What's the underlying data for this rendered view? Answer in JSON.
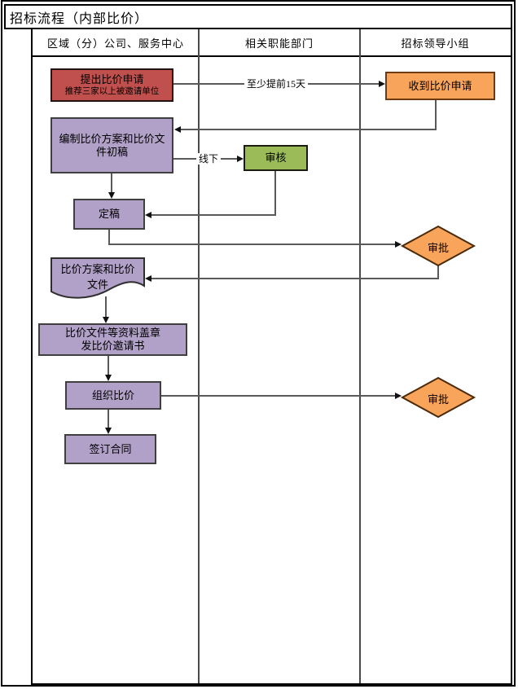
{
  "title": "招标流程（内部比价）",
  "lanes": [
    {
      "label": "区域（分）公司、服务中心"
    },
    {
      "label": "相关职能部门"
    },
    {
      "label": "招标领导小组"
    }
  ],
  "nodes": {
    "submit_request": {
      "type": "process",
      "title": "提出比价申请",
      "subtitle": "推荐三家以上被邀请单位",
      "fill": "#C0504D"
    },
    "receive_request": {
      "type": "process",
      "label": "收到比价申请",
      "fill": "#F9A45B"
    },
    "draft_plan": {
      "type": "process",
      "label": "编制比价方案和比价文件初稿",
      "fill": "#B1A0C7"
    },
    "offline_review": {
      "type": "process",
      "label": "审核",
      "fill": "#9BBB59"
    },
    "finalize_draft": {
      "type": "process",
      "label": "定稿",
      "fill": "#B1A0C7"
    },
    "approval_1": {
      "type": "decision",
      "label": "审批",
      "fill": "#F9A45B"
    },
    "plan_document": {
      "type": "document",
      "label": "比价方案和比价文件",
      "fill": "#B1A0C7"
    },
    "stamp_documents": {
      "type": "process",
      "line1": "比价文件等资料盖章",
      "line2": "发比价邀请书",
      "fill": "#B1A0C7"
    },
    "organize_comparison": {
      "type": "process",
      "label": "组织比价",
      "fill": "#B1A0C7"
    },
    "approval_2": {
      "type": "decision",
      "label": "审批",
      "fill": "#F9A45B"
    },
    "sign_contract": {
      "type": "process",
      "label": "签订合同",
      "fill": "#B1A0C7"
    }
  },
  "edge_labels": {
    "advance_notice": "至少提前15天",
    "offline": "线下"
  },
  "colors": {
    "red_fill": "#C0504D",
    "orange_fill": "#F9A45B",
    "green_fill": "#9BBB59",
    "purple_fill": "#B1A0C7",
    "connector_line": "#595959",
    "border": "#000000"
  }
}
